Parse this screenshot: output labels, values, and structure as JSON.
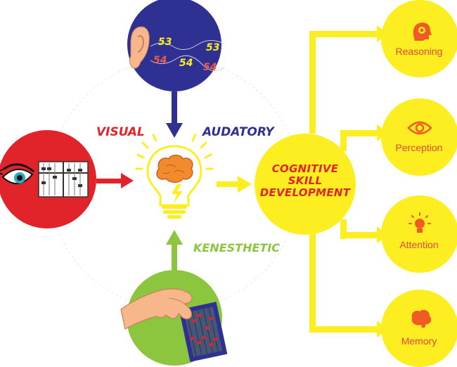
{
  "inputs": {
    "visual": "VISUAL",
    "auditory": "AUDATORY",
    "kinesthetic": "KENESTHETIC"
  },
  "center": {
    "line1": "COGNITIVE",
    "line2": "SKILL",
    "line3": "DEVELOPMENT"
  },
  "skills": [
    {
      "label": "Reasoning",
      "icon": "gear-head-icon"
    },
    {
      "label": "Perception",
      "icon": "eye-icon"
    },
    {
      "label": "Attention",
      "icon": "lightbulb-icon"
    },
    {
      "label": "Memory",
      "icon": "brain-icon"
    }
  ],
  "auditory_numbers": [
    "53",
    "53",
    "54",
    "54",
    "54"
  ],
  "colors": {
    "visual_circle": "#e0242a",
    "auditory_circle": "#2e3192",
    "kinesthetic_circle": "#8cc63f",
    "cognitive_yellow": "#fcee21",
    "skill_text": "#e8473a",
    "num_yellow": "#fcee21",
    "num_red": "#f15a4a"
  }
}
